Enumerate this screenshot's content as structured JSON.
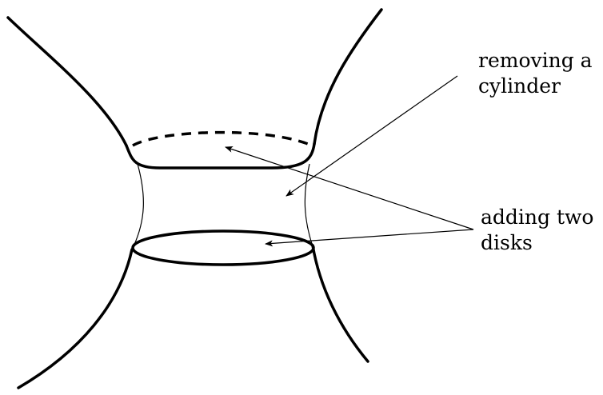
{
  "labels": {
    "removing": [
      "removing a",
      "cylinder"
    ],
    "adding": [
      "adding two",
      "disks"
    ]
  },
  "colors": {
    "ink": "#000000",
    "background": "#ffffff"
  }
}
